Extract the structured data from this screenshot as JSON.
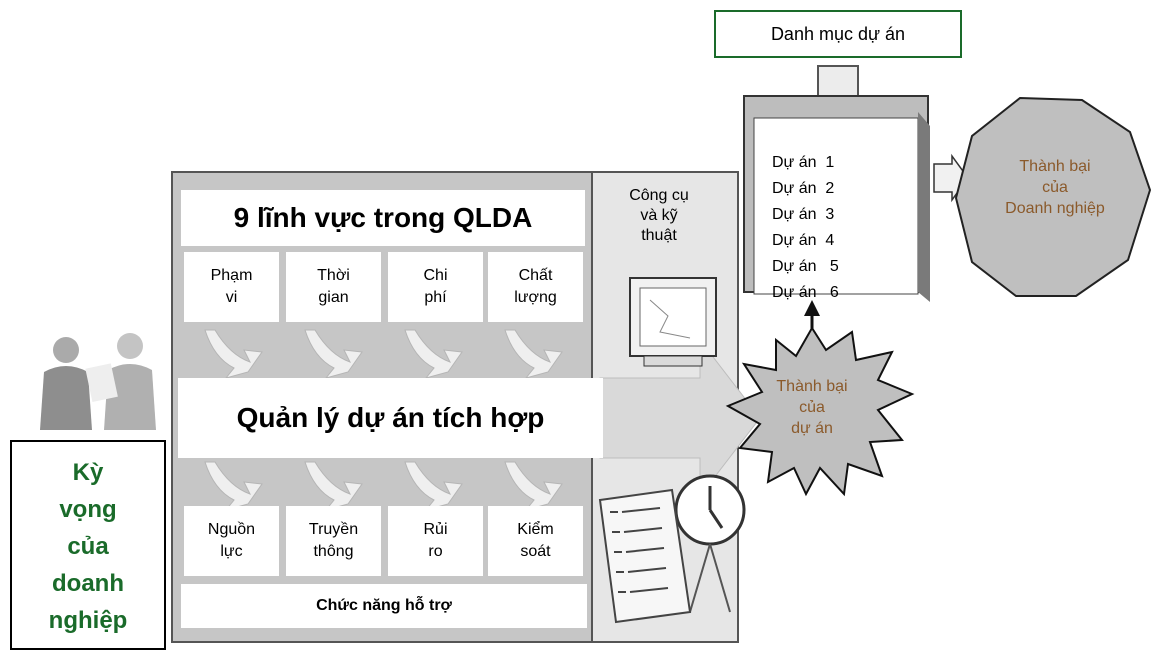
{
  "diagram": {
    "title": "9 lĩnh vực trong QLDA",
    "areas_top": [
      {
        "label": "Phạm vi",
        "line1": "Phạm",
        "line2": "vi"
      },
      {
        "label": "Thời gian",
        "line1": "Thời",
        "line2": "gian"
      },
      {
        "label": "Chi phí",
        "line1": "Chi",
        "line2": "phí"
      },
      {
        "label": "Chất lượng",
        "line1": "Chất",
        "line2": "lượng"
      }
    ],
    "integration": "Quản lý dự án tích hợp",
    "areas_bottom": [
      {
        "label": "Nguồn lực",
        "line1": "Nguồn",
        "line2": "lực"
      },
      {
        "label": "Truyền thông",
        "line1": "Truyền",
        "line2": "thông"
      },
      {
        "label": "Rủi ro",
        "line1": "Rủi",
        "line2": "ro"
      },
      {
        "label": "Kiểm soát",
        "line1": "Kiểm",
        "line2": "soát"
      }
    ],
    "support": "Chức năng hỗ trợ",
    "tools": {
      "line1": "Công cụ",
      "line2": "và kỹ",
      "line3": "thuật"
    },
    "expectation": {
      "line1": "Kỳ",
      "line2": "vọng",
      "line3": "của",
      "line4": "doanh",
      "line5": "nghiệp"
    },
    "portfolio_title": "Danh mục dự án",
    "projects": [
      "Dự án  1",
      "Dự án  2",
      "Dự án  3",
      "Dự án  4",
      "Dự án   5",
      "Dự án   6"
    ],
    "project_success": {
      "line1": "Thành bại",
      "line2": "của",
      "line3": "dự án"
    },
    "enterprise_success": {
      "line1": "Thành bại",
      "line2": "của",
      "line3": "Doanh nghiệp"
    },
    "colors": {
      "green": "#1a6b2a",
      "brown": "#8b5a2b",
      "frame_gray": "#bfbfbf",
      "arrow_gray": "#d9d9d9"
    }
  }
}
